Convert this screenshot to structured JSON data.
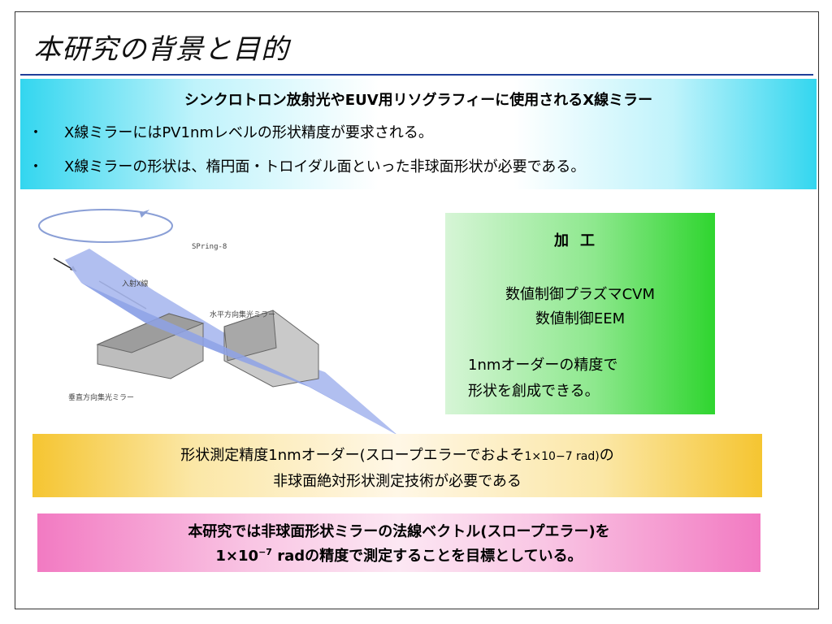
{
  "title": "本研究の背景と目的",
  "intro": {
    "heading": "シンクロトロン放射光やEUV用リソグラフィーに使用されるX線ミラー",
    "bullets": [
      "X線ミラーにはPV1nmレベルの形状精度が要求される。",
      "X線ミラーの形状は、楕円面・トロイダル面といった非球面形状が必要である。"
    ],
    "bullet_marker": "・"
  },
  "diagram": {
    "label_spring8": "SPring-8",
    "label_incident": "入射X線",
    "label_horizontal": "水平方向集光ミラー",
    "label_vertical": "垂直方向集光ミラー"
  },
  "process": {
    "heading": "加工",
    "line1": "数値制御プラズマCVM",
    "line2": "数値制御EEM",
    "desc_line1": "1nmオーダーの精度で",
    "desc_line2": "形状を創成できる。"
  },
  "measure": {
    "line1_main": "形状測定精度1nmオーダー(スロープエラーでおよそ",
    "line1_small": "1×10−7 rad)",
    "line1_tail": "の",
    "line2": "非球面絶対形状測定技術が必要である"
  },
  "goal": {
    "line1": "本研究では非球面形状ミラーの法線ベクトル(スロープエラー)を",
    "line2_prefix": "1×10",
    "line2_exp": "−7",
    "line2_suffix": " radの精度で測定することを目標としている。"
  },
  "colors": {
    "title_rule": "#1f3f9a",
    "intro_accent": "#33d6ef",
    "process_accent": "#2fd52f",
    "measure_accent": "#f5c531",
    "goal_accent": "#f27ac2"
  }
}
